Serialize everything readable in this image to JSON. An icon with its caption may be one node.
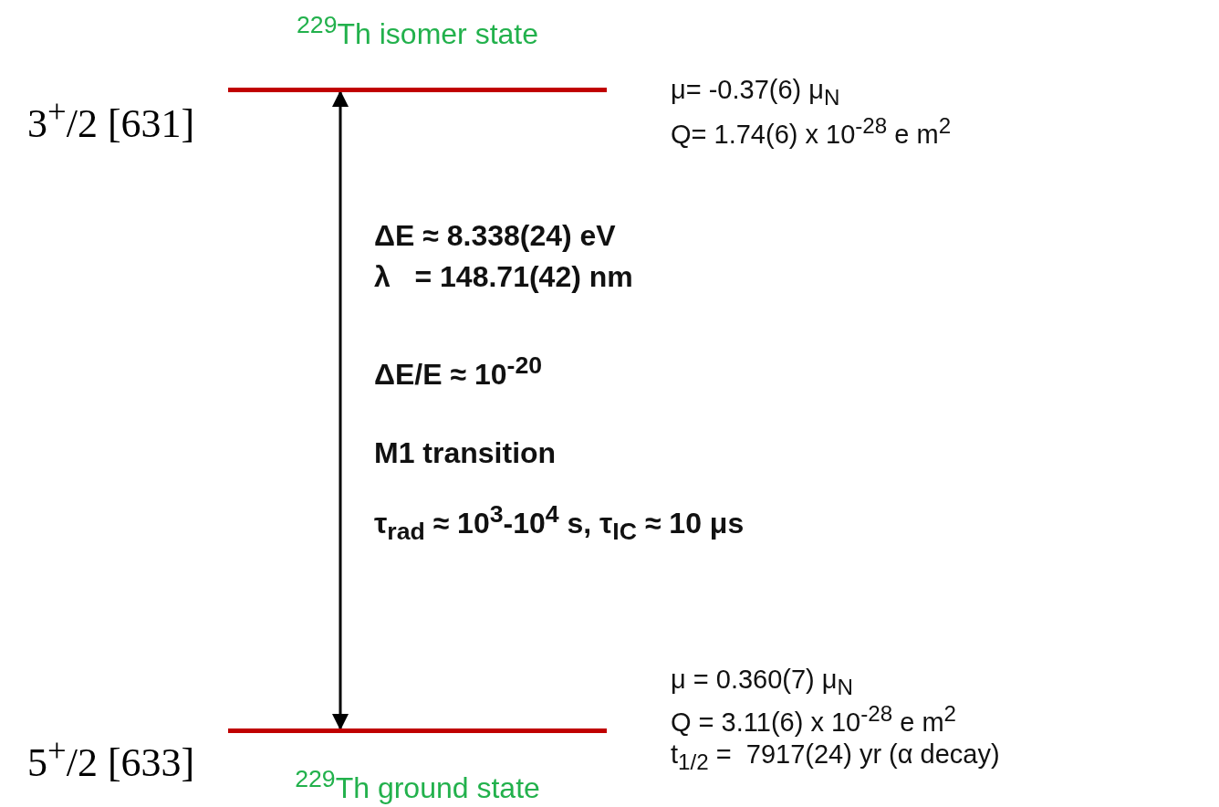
{
  "diagram": {
    "nodes": [
      {
        "text": [
          "$^{229}$Th isomer state"
        ],
        "beside": [
          "3$^{+}$/2 [631]",
          "μ= -0.37(6) μ$_{N}$",
          "Q= 1.74(6) x 10$^{-28}$ e m$^{2}$"
        ]
      },
      {
        "text": [
          "$^{229}$Th ground state"
        ],
        "beside": [
          "5$^{+}$/2 [633]",
          "μ = 0.360(7) μ$_{N}$",
          "Q = 3.11(6) x 10$^{-28}$ e m$^{2}$",
          "t$_{1/2}$ =  7917(24) yr (α decay)"
        ]
      }
    ],
    "edges": [
      {
        "from": 0,
        "to": 1,
        "arrow": "both"
      }
    ],
    "labels": [
      "ΔE ≈ 8.338(24) eV",
      "λ   = 148.71(42) nm",
      "ΔE/E ≈ 10$^{-20}$",
      "M1 transition",
      "τ$_{rad}$ ≈ 10$^{3}$-10$^{4}$ s, τ$_{IC}$ ≈ 10 μs"
    ]
  }
}
